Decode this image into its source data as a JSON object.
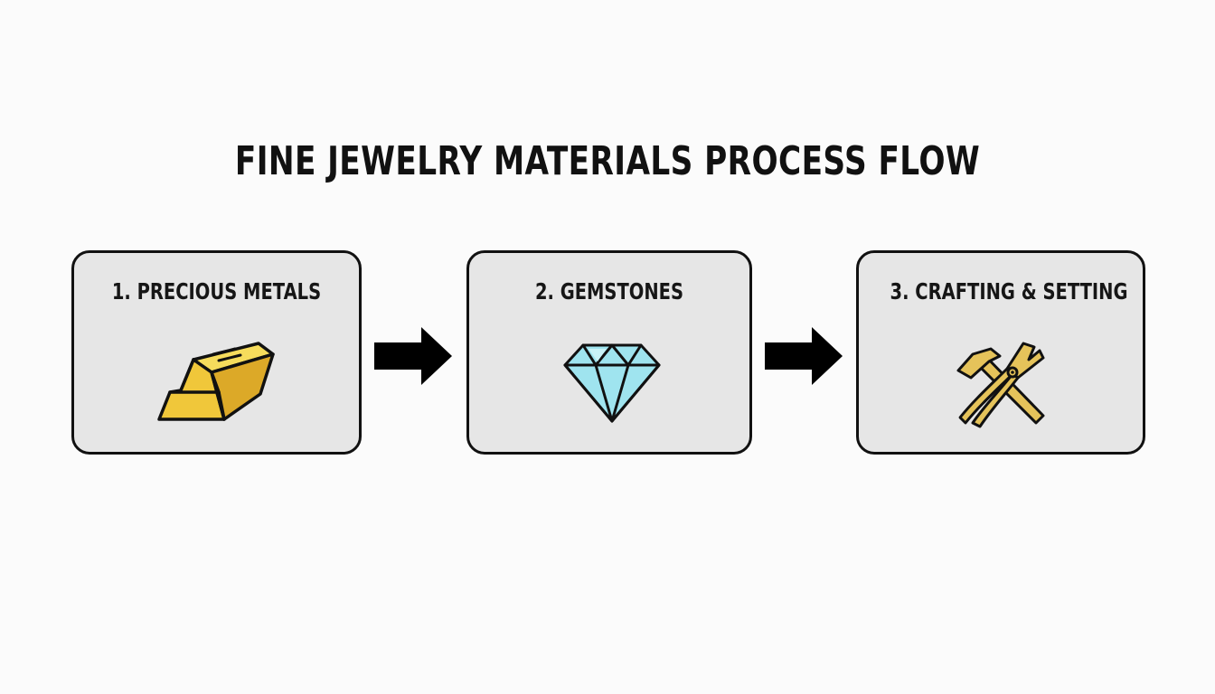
{
  "diagram": {
    "title": "FINE JEWELRY MATERIALS PROCESS FLOW",
    "steps": [
      {
        "label": "1. PRECIOUS METALS",
        "icon": "gold-bar-icon"
      },
      {
        "label": "2. GEMSTONES",
        "icon": "diamond-icon"
      },
      {
        "label": "3. CRAFTING & SETTING",
        "icon": "hammer-pliers-icon"
      }
    ],
    "connectors": [
      "arrow-right-icon",
      "arrow-right-icon"
    ],
    "colors": {
      "box_fill": "#e6e6e6",
      "outline": "#111111",
      "gold": "#f0c73a",
      "diamond": "#9fe4ef"
    }
  }
}
